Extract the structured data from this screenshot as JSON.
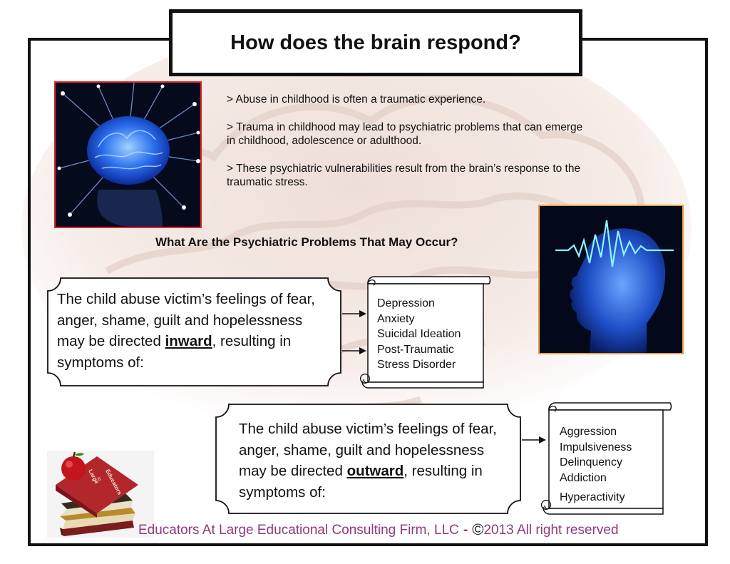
{
  "title": "How does the brain respond?",
  "bullets": [
    "> Abuse in childhood is often a traumatic experience.",
    "> Trauma in childhood may lead to psychiatric problems that can emerge in childhood, adolescence or adulthood.",
    "> These psychiatric vulnerabilities result from the brain’s response to the traumatic stress."
  ],
  "subheading": "What Are the Psychiatric Problems That May Occur?",
  "inward": {
    "text_before": "The child abuse victim’s feelings of fear, anger, shame, guilt and hopelessness may be directed ",
    "keyword": "inward",
    "text_after": ", resulting in symptoms of:",
    "symptoms": [
      "Depression",
      "Anxiety",
      "Suicidal Ideation",
      "Post-Traumatic",
      "Stress Disorder"
    ]
  },
  "outward": {
    "text_before": "The child abuse victim’s feelings of fear, anger, shame, guilt and hopelessness may be directed ",
    "keyword": "outward",
    "text_after": ", resulting in symptoms of:",
    "symptoms": [
      "Aggression",
      "Impulsiveness",
      "Delinquency",
      "Addiction",
      "Hyperactivity"
    ]
  },
  "footer": {
    "company": "Educators At Large Educational Consulting Firm, LLC",
    "dash": "-",
    "copyright_symbol": "©",
    "rights": "2013 All right reserved"
  },
  "logo_text": "Educators At Large",
  "colors": {
    "footer_text": "#8e3a7c",
    "brain_image_border": "#e0242a",
    "head_image_border": "#e8a23a"
  }
}
